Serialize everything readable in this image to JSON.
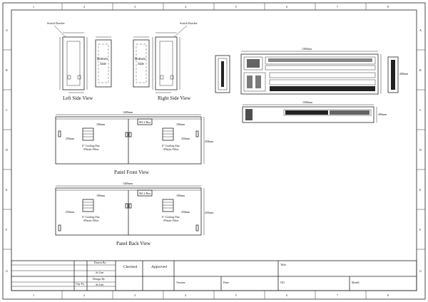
{
  "frame": {
    "col_labels": [
      "1",
      "2",
      "3",
      "4",
      "5",
      "6",
      "7",
      "8"
    ],
    "row_labels": [
      "A",
      "B",
      "C",
      "D",
      "E",
      "F",
      "G"
    ]
  },
  "left_side_view": {
    "title": "Left Side View",
    "bottom_label": [
      "Bottom",
      "Side"
    ],
    "callout": "Switch Bracket"
  },
  "right_side_view": {
    "title": "Right Side View",
    "bottom_label": [
      "Bottom",
      "Side"
    ],
    "callout": "Switch Bracket"
  },
  "top_equipment": {
    "width_dim": "1300mm",
    "lower_width_dim": "1300mm",
    "height_dim": "280mm",
    "lower_height_dim": "400mm"
  },
  "panel_front_view": {
    "title": "Panel Front View",
    "width_dim": "1400mm",
    "height_dim": "450mm",
    "tag": "M1.2 Box",
    "left_fan_dim": "100mm",
    "right_fan_dim": "100mm",
    "left_side_dim": "250mm",
    "right_side_dim": "250mm",
    "fan_note_1": "6\" Cooling Fan",
    "fan_note_2": "+Plastic Filter"
  },
  "panel_back_view": {
    "title": "Panel Back View",
    "width_dim": "1400mm",
    "height_dim": "450mm",
    "tag": "M1.2 Box",
    "left_fan_dim": "100mm",
    "right_fan_dim": "100mm",
    "left_side_dim": "250mm",
    "right_side_dim": "250mm",
    "fan_note_1": "6\" Cooling Fan",
    "fan_note_2": "+Plastic Filter"
  },
  "title_block": {
    "drawn_by_label": "Drawn By",
    "drawn_by_value": "Jn Lim",
    "design_by_label": "Design By",
    "design_by_value": "Jn Lim",
    "checked": "Checked",
    "approved": "Approved",
    "small_note": "Chy Pa",
    "title_label": "Title:",
    "version_label": "Version:",
    "date_label": "Date:",
    "no_label": "NO.",
    "model_label": "Model:"
  }
}
